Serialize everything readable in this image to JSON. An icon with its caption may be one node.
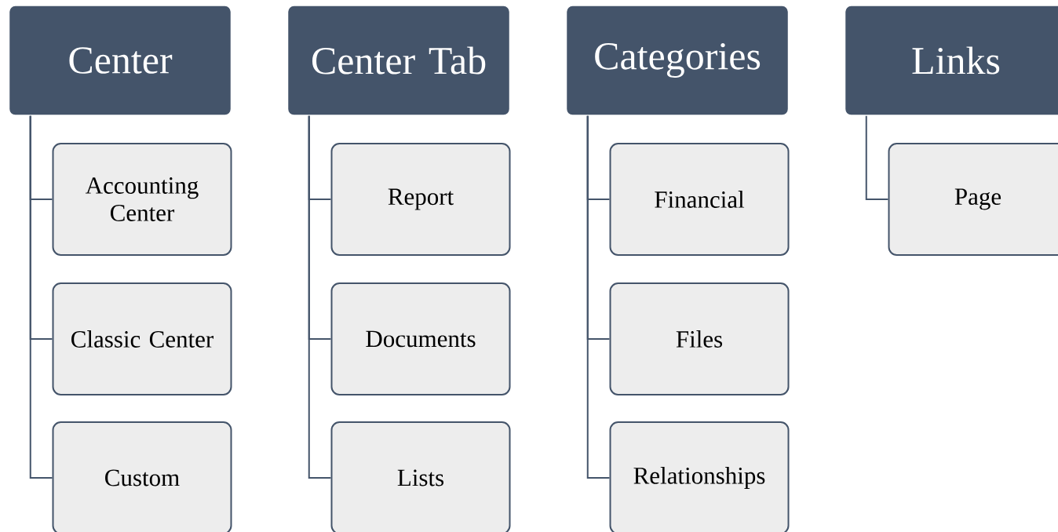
{
  "diagram": {
    "nodes": [
      {
        "text": [
          "Center"
        ]
      },
      {
        "text": [
          "Accounting Center"
        ]
      },
      {
        "text": [
          "Classic Center"
        ]
      },
      {
        "text": [
          "Custom"
        ]
      },
      {
        "text": [
          "Center Tab"
        ]
      },
      {
        "text": [
          "Report"
        ]
      },
      {
        "text": [
          "Documents"
        ]
      },
      {
        "text": [
          "Lists"
        ]
      },
      {
        "text": [
          "Categories"
        ]
      },
      {
        "text": [
          "Financial"
        ]
      },
      {
        "text": [
          "Files"
        ]
      },
      {
        "text": [
          "Relationships"
        ]
      },
      {
        "text": [
          "Links"
        ]
      },
      {
        "text": [
          "Page"
        ]
      }
    ],
    "edges": [
      {
        "from": 0,
        "to": 1,
        "arrow": "none"
      },
      {
        "from": 0,
        "to": 2,
        "arrow": "none"
      },
      {
        "from": 0,
        "to": 3,
        "arrow": "none"
      },
      {
        "from": 4,
        "to": 5,
        "arrow": "none"
      },
      {
        "from": 4,
        "to": 6,
        "arrow": "none"
      },
      {
        "from": 4,
        "to": 7,
        "arrow": "none"
      },
      {
        "from": 8,
        "to": 9,
        "arrow": "none"
      },
      {
        "from": 8,
        "to": 10,
        "arrow": "none"
      },
      {
        "from": 8,
        "to": 11,
        "arrow": "none"
      },
      {
        "from": 12,
        "to": 13,
        "arrow": "none"
      }
    ]
  }
}
